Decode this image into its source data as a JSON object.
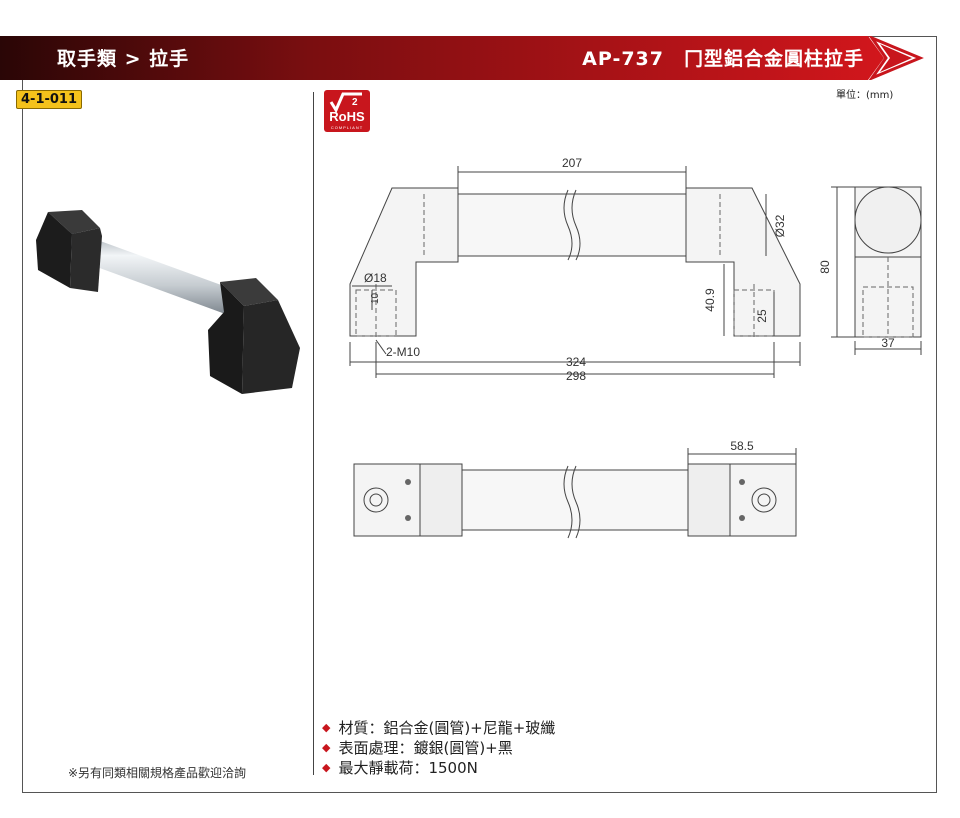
{
  "header": {
    "breadcrumb": "取手類 > 拉手",
    "product_title": "AP-737　冂型鋁合金圓柱拉手",
    "colors": {
      "bar_dark": "#3a0a0a",
      "bar_red": "#c8161d",
      "badge": "#f4c21b"
    }
  },
  "catalog_code": "4-1-011",
  "unit_label": "單位：(mm)",
  "rohs": {
    "main": "RoHS",
    "sub": "COMPLIANT",
    "mark": "2"
  },
  "dimensions": {
    "d207": "207",
    "d32": "Ø32",
    "d80": "80",
    "d18": "Ø18",
    "d10": "10",
    "d40_9": "40.9",
    "d25": "25",
    "thread": "2-M10",
    "d324": "324",
    "d298": "298",
    "d37": "37",
    "d58_5": "58.5"
  },
  "specs": [
    {
      "text": "材質：鋁合金(圓管)+尼龍+玻纖"
    },
    {
      "text": "表面處理：鍍銀(圓管)+黑"
    },
    {
      "text": "最大靜載荷：1500N"
    }
  ],
  "footnote": "※另有同類相關規格產品歡迎洽詢"
}
